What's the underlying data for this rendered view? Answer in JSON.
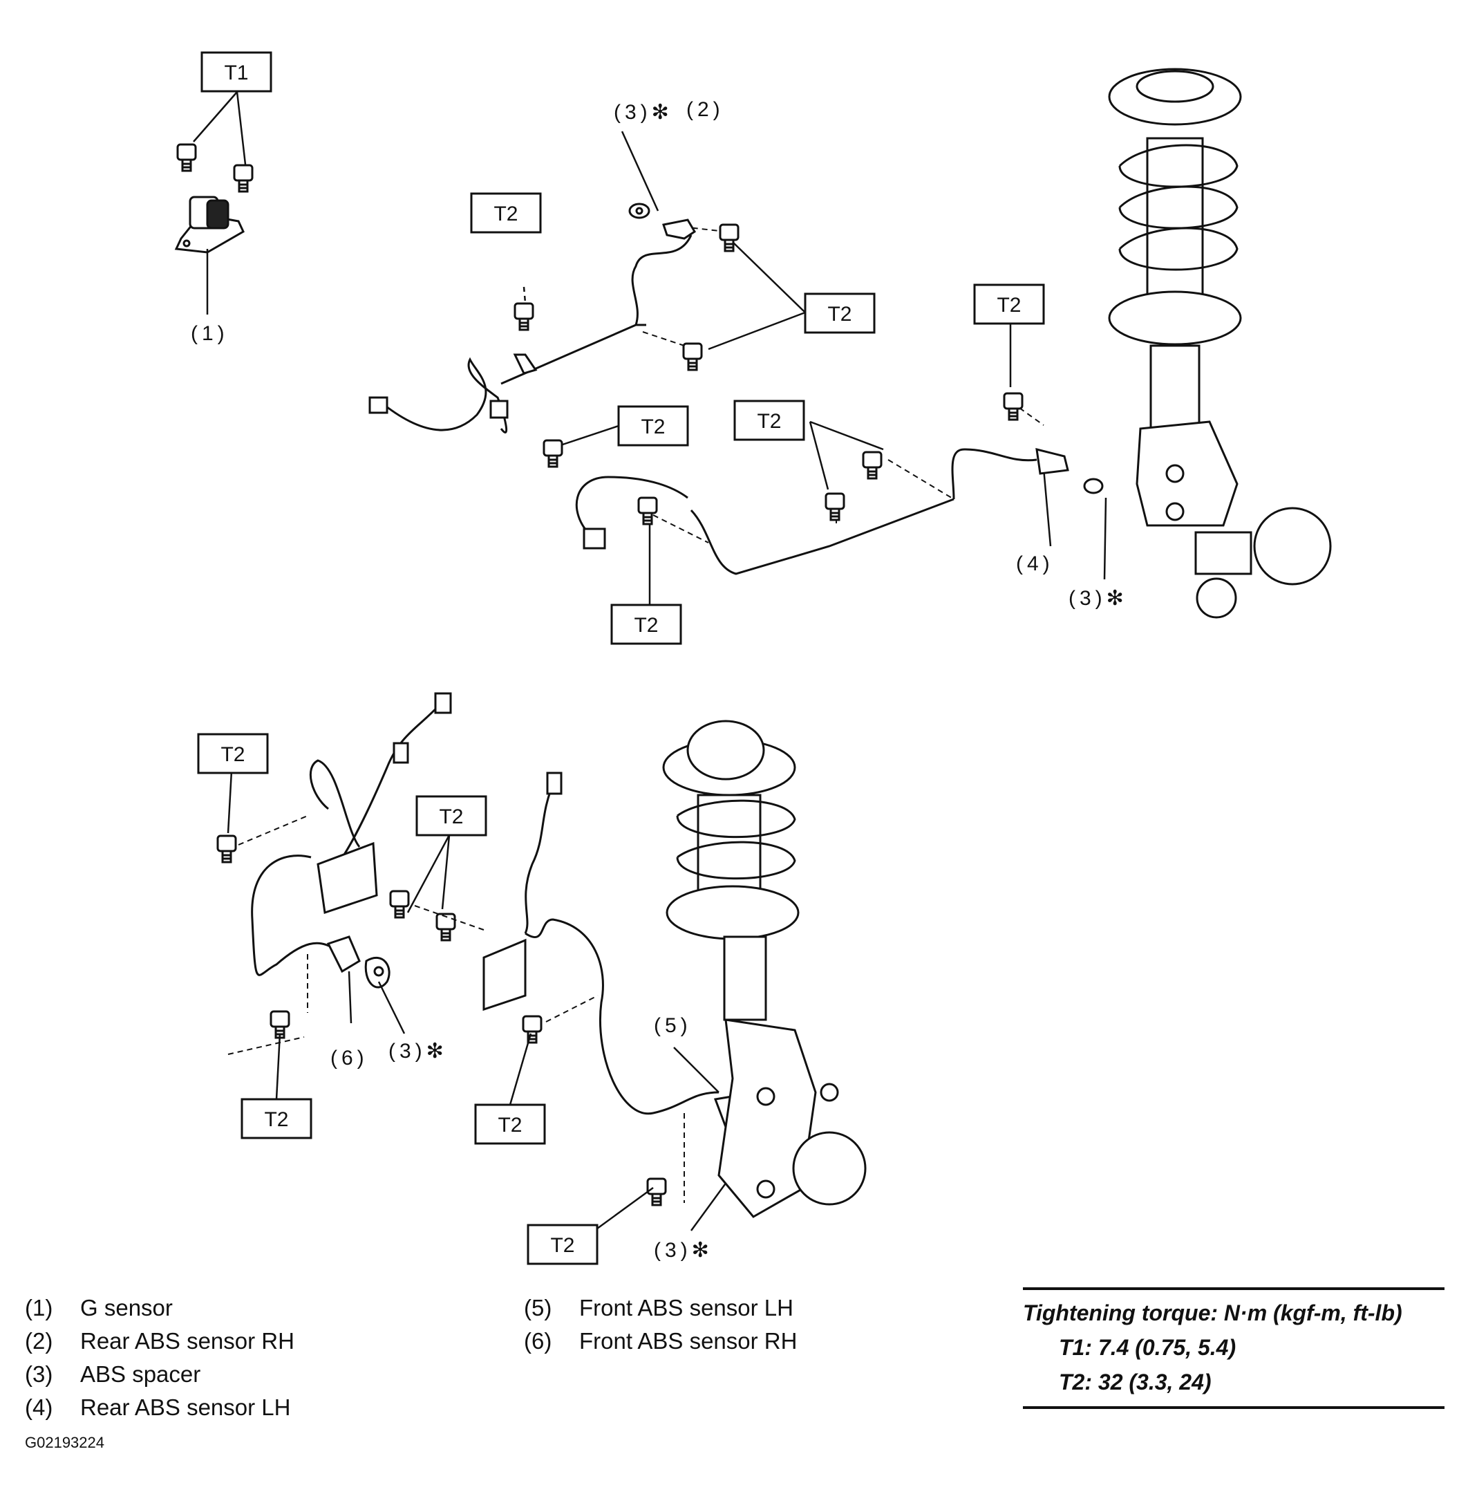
{
  "callouts": {
    "t1": "T1",
    "t2": "T2",
    "g_sensor": "(1)",
    "rear_rh": "(2)",
    "spacer_star": "(3)✻",
    "rear_lh": "(4)",
    "front_lh": "(5)",
    "front_rh": "(6)"
  },
  "legend": {
    "items": [
      {
        "num": "(1)",
        "label": "G sensor"
      },
      {
        "num": "(2)",
        "label": "Rear ABS sensor RH"
      },
      {
        "num": "(3)",
        "label": "ABS spacer"
      },
      {
        "num": "(4)",
        "label": "Rear ABS sensor LH"
      },
      {
        "num": "(5)",
        "label": "Front ABS sensor LH"
      },
      {
        "num": "(6)",
        "label": "Front ABS sensor RH"
      }
    ]
  },
  "torque": {
    "heading": "Tightening torque: N·m (kgf-m, ft-lb)",
    "t1": "T1: 7.4 (0.75, 5.4)",
    "t2": "T2: 32 (3.3, 24)"
  },
  "figure_id": "G02193224"
}
